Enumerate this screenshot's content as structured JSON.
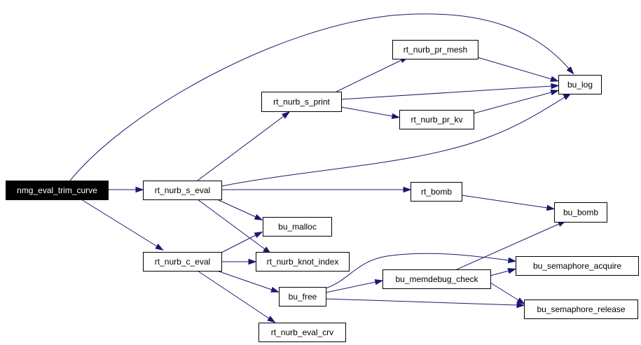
{
  "graph": {
    "colors": {
      "edge": "#191970",
      "root_fill": "#000000",
      "root_text": "#ffffff",
      "node_fill": "#ffffff",
      "node_border": "#000000"
    },
    "nodes": [
      {
        "id": "nmg_eval_trim_curve",
        "label": "nmg_eval_trim_curve",
        "root": true
      },
      {
        "id": "rt_nurb_s_eval",
        "label": "rt_nurb_s_eval"
      },
      {
        "id": "rt_nurb_c_eval",
        "label": "rt_nurb_c_eval"
      },
      {
        "id": "rt_nurb_s_print",
        "label": "rt_nurb_s_print"
      },
      {
        "id": "rt_nurb_pr_mesh",
        "label": "rt_nurb_pr_mesh"
      },
      {
        "id": "rt_nurb_pr_kv",
        "label": "rt_nurb_pr_kv"
      },
      {
        "id": "bu_log",
        "label": "bu_log"
      },
      {
        "id": "rt_bomb",
        "label": "rt_bomb"
      },
      {
        "id": "bu_bomb",
        "label": "bu_bomb"
      },
      {
        "id": "bu_malloc",
        "label": "bu_malloc"
      },
      {
        "id": "rt_nurb_knot_index",
        "label": "rt_nurb_knot_index"
      },
      {
        "id": "bu_free",
        "label": "bu_free"
      },
      {
        "id": "bu_memdebug_check",
        "label": "bu_memdebug_check"
      },
      {
        "id": "bu_semaphore_acquire",
        "label": "bu_semaphore_acquire"
      },
      {
        "id": "bu_semaphore_release",
        "label": "bu_semaphore_release"
      },
      {
        "id": "rt_nurb_eval_crv",
        "label": "rt_nurb_eval_crv"
      }
    ],
    "edges": [
      [
        "nmg_eval_trim_curve",
        "rt_nurb_s_eval"
      ],
      [
        "nmg_eval_trim_curve",
        "bu_log"
      ],
      [
        "nmg_eval_trim_curve",
        "rt_nurb_c_eval"
      ],
      [
        "rt_nurb_s_eval",
        "rt_nurb_s_print"
      ],
      [
        "rt_nurb_s_eval",
        "bu_log"
      ],
      [
        "rt_nurb_s_eval",
        "rt_bomb"
      ],
      [
        "rt_nurb_s_eval",
        "bu_malloc"
      ],
      [
        "rt_nurb_s_eval",
        "rt_nurb_knot_index"
      ],
      [
        "rt_nurb_c_eval",
        "bu_malloc"
      ],
      [
        "rt_nurb_c_eval",
        "rt_nurb_knot_index"
      ],
      [
        "rt_nurb_c_eval",
        "bu_free"
      ],
      [
        "rt_nurb_c_eval",
        "rt_nurb_eval_crv"
      ],
      [
        "rt_nurb_s_print",
        "rt_nurb_pr_mesh"
      ],
      [
        "rt_nurb_s_print",
        "bu_log"
      ],
      [
        "rt_nurb_s_print",
        "rt_nurb_pr_kv"
      ],
      [
        "rt_nurb_pr_mesh",
        "bu_log"
      ],
      [
        "rt_nurb_pr_kv",
        "bu_log"
      ],
      [
        "rt_bomb",
        "bu_bomb"
      ],
      [
        "bu_free",
        "bu_semaphore_acquire"
      ],
      [
        "bu_free",
        "bu_memdebug_check"
      ],
      [
        "bu_free",
        "bu_semaphore_release"
      ],
      [
        "bu_memdebug_check",
        "bu_bomb"
      ],
      [
        "bu_memdebug_check",
        "bu_semaphore_acquire"
      ],
      [
        "bu_memdebug_check",
        "bu_semaphore_release"
      ]
    ]
  }
}
